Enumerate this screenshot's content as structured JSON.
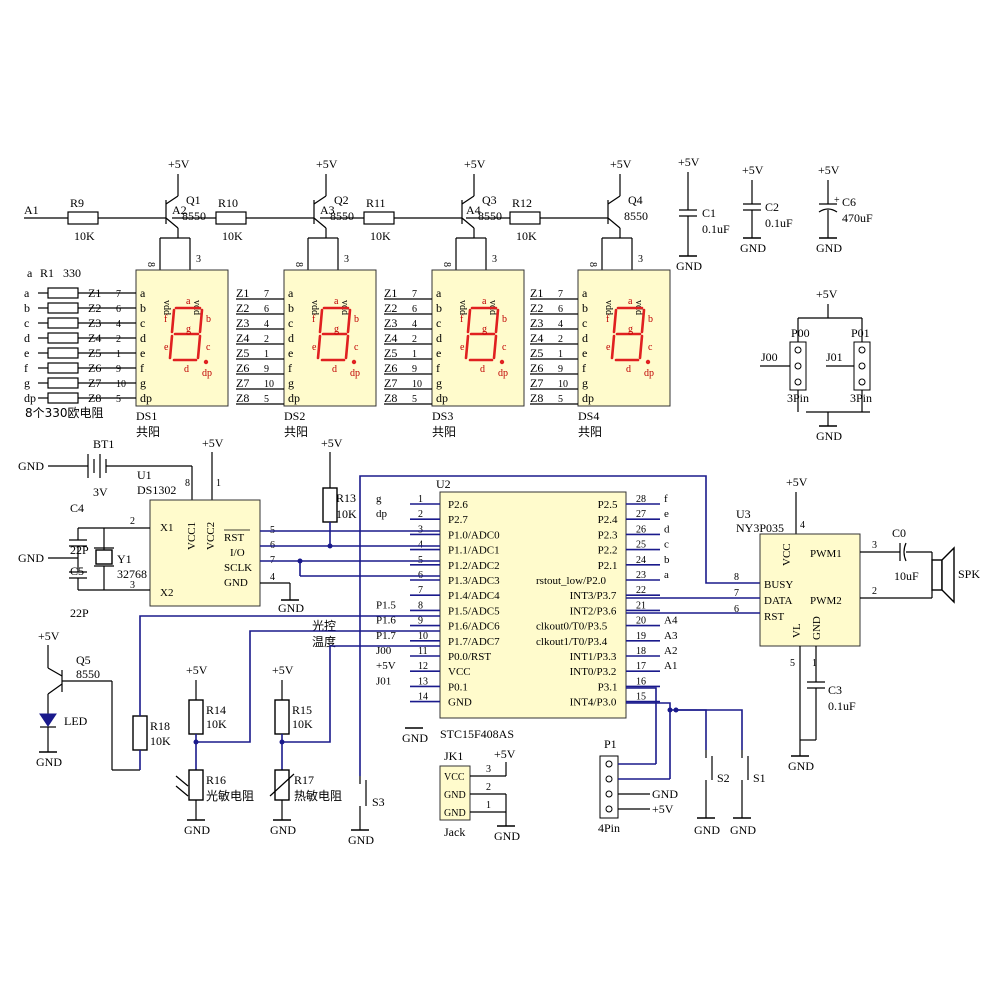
{
  "power": {
    "vcc": "+5V",
    "gnd": "GND"
  },
  "resistor_network": {
    "ref": "R1",
    "value": "330",
    "pins": [
      "a",
      "b",
      "c",
      "d",
      "e",
      "f",
      "g",
      "dp"
    ],
    "caption": "8个330欧电阻"
  },
  "digit_select": {
    "inputs": [
      "A1",
      "A2",
      "A3",
      "A4"
    ],
    "resistors": [
      "R9",
      "R10",
      "R11",
      "R12"
    ],
    "resistor_value": "10K",
    "transistors": [
      "Q1",
      "Q2",
      "Q3",
      "Q4"
    ],
    "transistor_part": "8550"
  },
  "displays": {
    "refs": [
      "DS1",
      "DS2",
      "DS3",
      "DS4"
    ],
    "type_label": "共阳",
    "z_labels": [
      "Z1",
      "Z2",
      "Z3",
      "Z4",
      "Z5",
      "Z6",
      "Z7",
      "Z8"
    ],
    "pin_numbers": [
      "7",
      "6",
      "4",
      "2",
      "1",
      "9",
      "10",
      "5"
    ],
    "segment_labels": [
      "a",
      "b",
      "c",
      "d",
      "e",
      "f",
      "g",
      "dp"
    ],
    "top_pin_label": "vdd",
    "top_pins": [
      "8",
      "3"
    ]
  },
  "decoupling": {
    "c1": {
      "ref": "C1",
      "value": "0.1uF"
    },
    "c2": {
      "ref": "C2",
      "value": "0.1uF"
    },
    "c6": {
      "ref": "C6",
      "value": "470uF",
      "polarity": "+"
    }
  },
  "headers": {
    "p00": {
      "ref": "P00",
      "net": "J00",
      "type": "3Pin"
    },
    "p01": {
      "ref": "P01",
      "net": "J01",
      "type": "3Pin"
    }
  },
  "rtc": {
    "battery_ref": "BT1",
    "battery_value": "3V",
    "chip_ref": "U1",
    "chip_part": "DS1302",
    "pins_left": [
      "X1",
      "X2"
    ],
    "pins_right": [
      "RST",
      "I/O",
      "SCLK",
      "GND"
    ],
    "pins_top": [
      "VCC1",
      "VCC2"
    ],
    "left_pin_numbers": [
      "2",
      "3"
    ],
    "right_pin_numbers": [
      "5",
      "6",
      "7",
      "4"
    ],
    "top_pin_numbers": [
      "8",
      "1"
    ],
    "c4": {
      "ref": "C4",
      "value": "22P"
    },
    "c5": {
      "ref": "C5",
      "value": "22P"
    },
    "crystal_ref": "Y1",
    "crystal_value": "32768",
    "r13": {
      "ref": "R13",
      "value": "10K"
    }
  },
  "mcu": {
    "ref": "U2",
    "part": "STC15F408AS",
    "left_pins": [
      {
        "num": "1",
        "name": "P2.6",
        "net": "g"
      },
      {
        "num": "2",
        "name": "P2.7",
        "net": "dp"
      },
      {
        "num": "3",
        "name": "P1.0/ADC0",
        "net": ""
      },
      {
        "num": "4",
        "name": "P1.1/ADC1",
        "net": ""
      },
      {
        "num": "5",
        "name": "P1.2/ADC2",
        "net": ""
      },
      {
        "num": "6",
        "name": "P1.3/ADC3",
        "net": ""
      },
      {
        "num": "7",
        "name": "P1.4/ADC4",
        "net": ""
      },
      {
        "num": "8",
        "name": "P1.5/ADC5",
        "net": "P1.5"
      },
      {
        "num": "9",
        "name": "P1.6/ADC6",
        "net": "P1.6"
      },
      {
        "num": "10",
        "name": "P1.7/ADC7",
        "net": "P1.7"
      },
      {
        "num": "11",
        "name": "P0.0/RST",
        "net": "J00"
      },
      {
        "num": "12",
        "name": "VCC",
        "net": "+5V"
      },
      {
        "num": "13",
        "name": "P0.1",
        "net": "J01"
      },
      {
        "num": "14",
        "name": "GND",
        "net": ""
      }
    ],
    "right_pins": [
      {
        "num": "28",
        "name": "P2.5",
        "net": "f"
      },
      {
        "num": "27",
        "name": "P2.4",
        "net": "e"
      },
      {
        "num": "26",
        "name": "P2.3",
        "net": "d"
      },
      {
        "num": "25",
        "name": "P2.2",
        "net": "c"
      },
      {
        "num": "24",
        "name": "P2.1",
        "net": "b"
      },
      {
        "num": "23",
        "name": "rstout_low/P2.0",
        "net": "a"
      },
      {
        "num": "22",
        "name": "INT3/P3.7",
        "net": ""
      },
      {
        "num": "21",
        "name": "INT2/P3.6",
        "net": ""
      },
      {
        "num": "20",
        "name": "clkout0/T0/P3.5",
        "net": "A4"
      },
      {
        "num": "19",
        "name": "clkout1/T0/P3.4",
        "net": "A3"
      },
      {
        "num": "18",
        "name": "INT1/P3.3",
        "net": "A2"
      },
      {
        "num": "17",
        "name": "INT0/P3.2",
        "net": "A1"
      },
      {
        "num": "16",
        "name": "P3.1",
        "net": ""
      },
      {
        "num": "15",
        "name": "INT4/P3.0",
        "net": ""
      }
    ],
    "net_notes": {
      "light": "光控",
      "temp": "温度"
    }
  },
  "led": {
    "q5": {
      "ref": "Q5",
      "part": "8550"
    },
    "r18": {
      "ref": "R18",
      "value": "10K"
    },
    "label": "LED"
  },
  "sensors": {
    "r14": {
      "ref": "R14",
      "value": "10K"
    },
    "r15": {
      "ref": "R15",
      "value": "10K"
    },
    "r16": {
      "ref": "R16",
      "label": "光敏电阻"
    },
    "r17": {
      "ref": "R17",
      "label": "热敏电阻"
    },
    "s3": "S3"
  },
  "jack": {
    "ref": "JK1",
    "label": "Jack",
    "pins": [
      "VCC",
      "GND",
      "GND"
    ],
    "pin_numbers": [
      "3",
      "2",
      "1"
    ]
  },
  "p1": {
    "ref": "P1",
    "type": "4Pin"
  },
  "switches": {
    "s1": "S1",
    "s2": "S2"
  },
  "audio": {
    "ref": "U3",
    "part": "NY3P035",
    "pins_left": [
      "BUSY",
      "DATA",
      "RST"
    ],
    "pins_right": [
      "PWM1",
      "PWM2"
    ],
    "pins_top": [
      "VCC"
    ],
    "pins_bottom": [
      "VL",
      "GND"
    ],
    "left_pin_numbers": [
      "8",
      "7",
      "6"
    ],
    "right_pin_numbers": [
      "3",
      "2"
    ],
    "bottom_pin_numbers": [
      "5",
      "1"
    ],
    "top_pin_numbers": [
      "4"
    ],
    "c0": {
      "ref": "C0",
      "value": "10uF"
    },
    "c3": {
      "ref": "C3",
      "value": "0.1uF"
    },
    "speaker": "SPK"
  }
}
